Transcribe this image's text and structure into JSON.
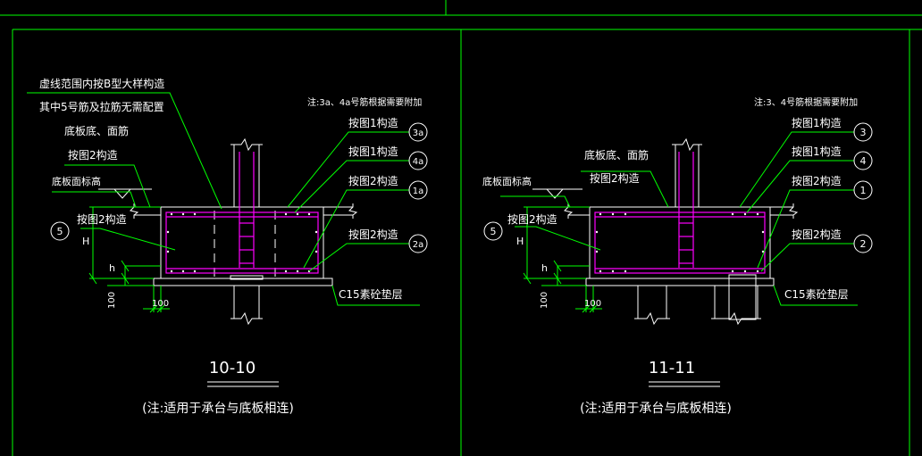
{
  "colors": {
    "background": "#000000",
    "frame": "#00ff00",
    "outline": "#ffffff",
    "rebar": "#ff00ff",
    "leader": "#00ff00",
    "label": "#ffffff"
  },
  "left": {
    "note_top": "虚线范围内按B型大样构造",
    "note_top2": "其中5号筋及拉筋无需配置",
    "label_bottom_top": "底板底、面筋",
    "label_fig2_a": "按图2构造",
    "label_surface": "底板面标高",
    "label_fig2_b": "按图2构造",
    "note_right": "注:3a、4a号筋根据需要附加",
    "label_fig1_a": "按图1构造",
    "label_fig1_b": "按图1构造",
    "label_fig2_c": "按图2构造",
    "label_fig2_d": "按图2构造",
    "bubble_5": "5",
    "bubble_3a": "3a",
    "bubble_4a": "4a",
    "bubble_1a": "1a",
    "bubble_2a": "2a",
    "dim_H": "H",
    "dim_h": "h",
    "dim_100_v": "100",
    "dim_100_h": "100",
    "cushion": "C15素砼垫层",
    "section_title": "10-10",
    "section_note": "(注:适用于承台与底板相连)"
  },
  "right": {
    "label_bottom_top": "底板底、面筋",
    "label_fig2_a": "按图2构造",
    "label_surface": "底板面标高",
    "label_fig2_b": "按图2构造",
    "note_right": "注:3、4号筋根据需要附加",
    "label_fig1_a": "按图1构造",
    "label_fig1_b": "按图1构造",
    "label_fig2_c": "按图2构造",
    "label_fig2_d": "按图2构造",
    "bubble_5": "5",
    "bubble_3": "3",
    "bubble_4": "4",
    "bubble_1": "1",
    "bubble_2": "2",
    "dim_H": "H",
    "dim_h": "h",
    "dim_100_v": "100",
    "dim_100_h": "100",
    "cushion": "C15素砼垫层",
    "section_title": "11-11",
    "section_note": "(注:适用于承台与底板相连)"
  }
}
